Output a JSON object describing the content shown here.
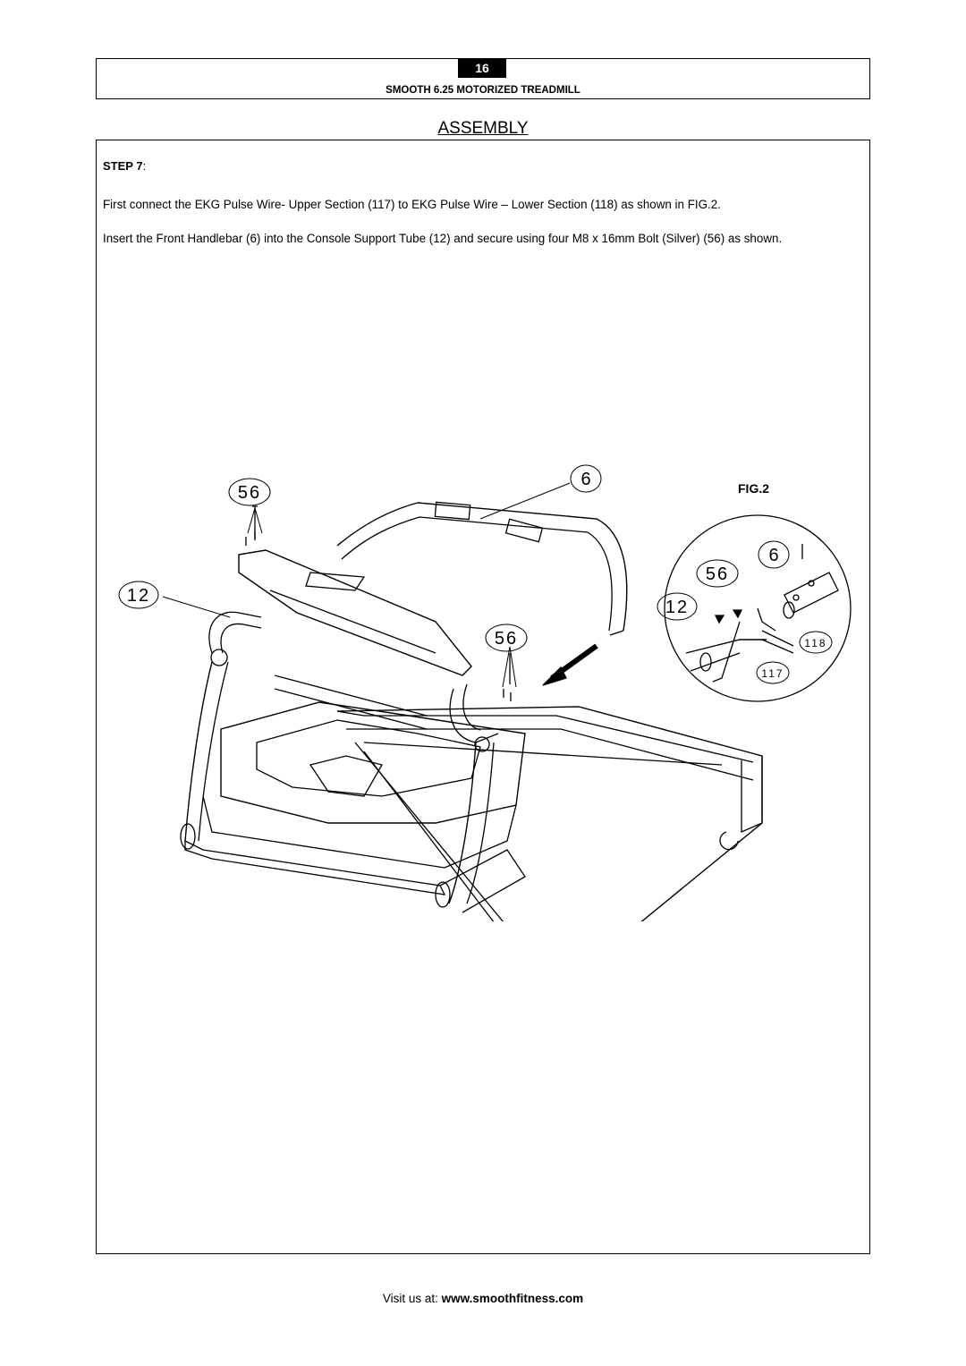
{
  "header": {
    "page_number": "16",
    "manual_title": "SMOOTH 6.25 MOTORIZED TREADMILL"
  },
  "section_title": "ASSEMBLY",
  "step": {
    "label": "STEP 7",
    "suffix": ":",
    "paragraphs": [
      "First connect the EKG Pulse Wire- Upper Section (117) to EKG Pulse Wire – Lower Section (118) as shown in FIG.2.",
      "Insert the Front Handlebar (6) into the Console Support Tube (12) and secure using four M8 x 16mm Bolt (Silver) (56) as shown."
    ]
  },
  "figure": {
    "fig_label": "FIG.2",
    "callouts": {
      "bolt_left": "56",
      "handlebar": "6",
      "support_tube": "12",
      "bolt_right": "56",
      "detail_handlebar": "6",
      "detail_bolt": "56",
      "detail_tube": "12",
      "detail_wire_lower": "118",
      "detail_wire_upper": "117"
    }
  },
  "footer": {
    "prefix": "Visit us at: ",
    "url": "www.smoothfitness.com"
  }
}
